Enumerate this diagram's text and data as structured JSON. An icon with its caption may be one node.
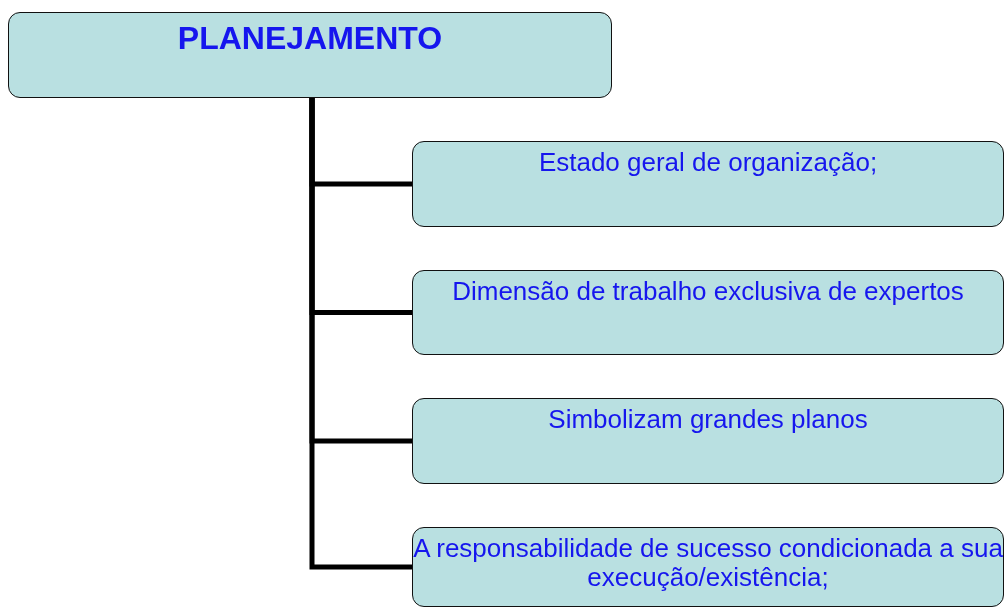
{
  "diagram": {
    "nodes": [
      {
        "text": [
          "PLANEJAMENTO"
        ]
      },
      {
        "text": [
          "Estado geral de organização;"
        ]
      },
      {
        "text": [
          "Dimensão de trabalho exclusiva de expertos"
        ]
      },
      {
        "text": [
          "Simbolizam grandes planos"
        ]
      },
      {
        "text": [
          "A responsabilidade de sucesso condicionada a sua execução/existência;"
        ]
      }
    ],
    "edges": [
      {
        "from": 0,
        "to": 1,
        "arrow": "none"
      },
      {
        "from": 0,
        "to": 2,
        "arrow": "none"
      },
      {
        "from": 0,
        "to": 3,
        "arrow": "none"
      },
      {
        "from": 0,
        "to": 4,
        "arrow": "none"
      }
    ]
  }
}
